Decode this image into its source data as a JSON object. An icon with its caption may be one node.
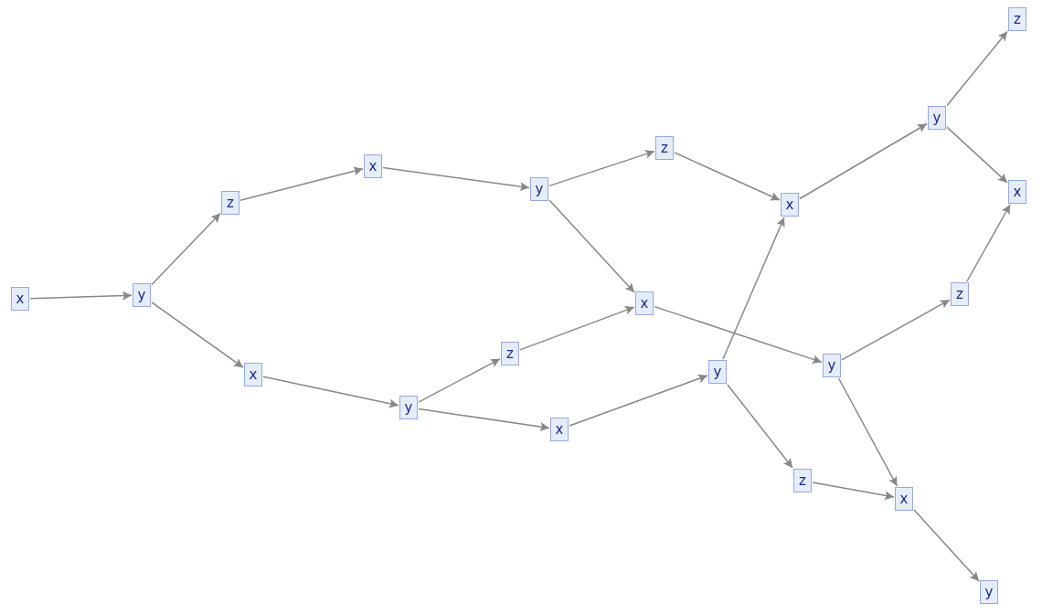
{
  "diagram": {
    "nodes": [
      {
        "text": [
          "x"
        ]
      },
      {
        "text": [
          "y"
        ]
      },
      {
        "text": [
          "z"
        ]
      },
      {
        "text": [
          "x"
        ]
      },
      {
        "text": [
          "y"
        ]
      },
      {
        "text": [
          "z"
        ]
      },
      {
        "text": [
          "x"
        ]
      },
      {
        "text": [
          "y"
        ]
      },
      {
        "text": [
          "z"
        ]
      },
      {
        "text": [
          "x"
        ]
      },
      {
        "text": [
          "x"
        ]
      },
      {
        "text": [
          "y"
        ]
      },
      {
        "text": [
          "z"
        ]
      },
      {
        "text": [
          "x"
        ]
      },
      {
        "text": [
          "x"
        ]
      },
      {
        "text": [
          "y"
        ]
      },
      {
        "text": [
          "y"
        ]
      },
      {
        "text": [
          "z"
        ]
      },
      {
        "text": [
          "z"
        ]
      },
      {
        "text": [
          "x"
        ]
      },
      {
        "text": [
          "y"
        ]
      }
    ],
    "edges": [
      {
        "from": 0,
        "to": 1,
        "arrow": "to"
      },
      {
        "from": 1,
        "to": 2,
        "arrow": "to"
      },
      {
        "from": 1,
        "to": 10,
        "arrow": "to"
      },
      {
        "from": 2,
        "to": 3,
        "arrow": "to"
      },
      {
        "from": 3,
        "to": 4,
        "arrow": "to"
      },
      {
        "from": 4,
        "to": 5,
        "arrow": "to"
      },
      {
        "from": 4,
        "to": 13,
        "arrow": "to"
      },
      {
        "from": 5,
        "to": 6,
        "arrow": "to"
      },
      {
        "from": 6,
        "to": 7,
        "arrow": "to"
      },
      {
        "from": 7,
        "to": 8,
        "arrow": "to"
      },
      {
        "from": 7,
        "to": 9,
        "arrow": "to"
      },
      {
        "from": 10,
        "to": 11,
        "arrow": "to"
      },
      {
        "from": 11,
        "to": 12,
        "arrow": "to"
      },
      {
        "from": 11,
        "to": 14,
        "arrow": "to"
      },
      {
        "from": 12,
        "to": 13,
        "arrow": "to"
      },
      {
        "from": 13,
        "to": 16,
        "arrow": "to"
      },
      {
        "from": 14,
        "to": 15,
        "arrow": "to"
      },
      {
        "from": 15,
        "to": 6,
        "arrow": "to"
      },
      {
        "from": 15,
        "to": 18,
        "arrow": "to"
      },
      {
        "from": 16,
        "to": 17,
        "arrow": "to"
      },
      {
        "from": 16,
        "to": 19,
        "arrow": "to"
      },
      {
        "from": 17,
        "to": 9,
        "arrow": "to"
      },
      {
        "from": 18,
        "to": 19,
        "arrow": "to"
      },
      {
        "from": 19,
        "to": 20,
        "arrow": "to"
      }
    ]
  }
}
